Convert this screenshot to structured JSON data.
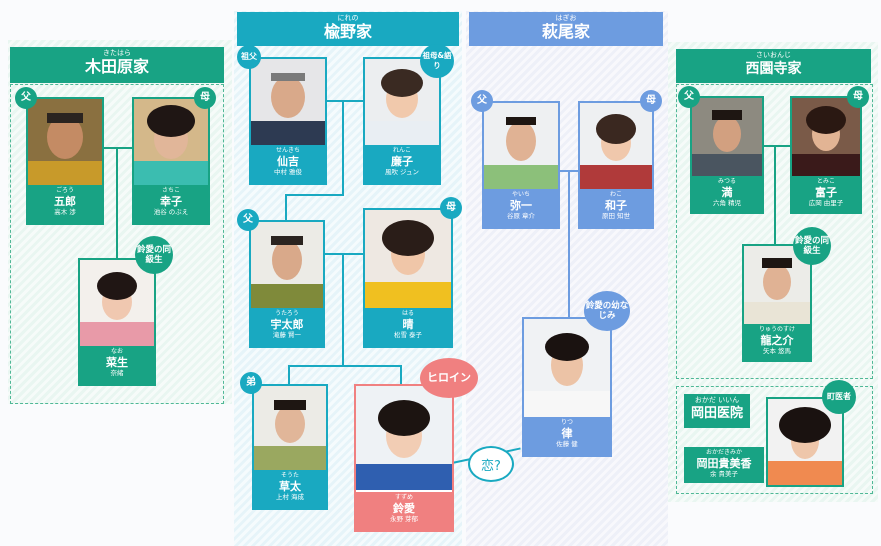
{
  "families": {
    "kitahara": {
      "ruby": "きたはら",
      "name": "木田原家"
    },
    "nireno": {
      "ruby": "にれの",
      "name": "楡野家"
    },
    "hagio": {
      "ruby": "はぎお",
      "name": "萩尾家"
    },
    "nishizonoji": {
      "ruby": "さいおんじ",
      "name": "西園寺家"
    },
    "okada": {
      "name": "岡田医院"
    }
  },
  "tags": {
    "father": "父",
    "mother": "母",
    "grandfather": "祖父",
    "grandmother_narrator": "祖母&語り",
    "brother": "弟",
    "heroine": "ヒロイン",
    "classmate": "鈴愛の同級生",
    "childhood_friend": "鈴愛の幼なじみ",
    "town_doctor": "町医者",
    "love": "恋?"
  },
  "people": {
    "goro": {
      "ruby": "ごろう",
      "name": "五郎",
      "actor": "高木 渉"
    },
    "sachiko": {
      "ruby": "さちこ",
      "name": "幸子",
      "actor": "池谷 のぶえ"
    },
    "naoi": {
      "ruby": "なお",
      "name": "菜生",
      "actor": "奈緒"
    },
    "senkichi": {
      "ruby": "せんきち",
      "name": "仙吉",
      "actor": "中村 雅俊"
    },
    "renko": {
      "ruby": "れんこ",
      "name": "廉子",
      "actor": "風吹 ジュン"
    },
    "utaro": {
      "ruby": "うたろう",
      "name": "宇太郎",
      "actor": "滝藤 賢一"
    },
    "haru": {
      "ruby": "はる",
      "name": "晴",
      "actor": "松雪 泰子"
    },
    "sota": {
      "ruby": "そうた",
      "name": "草太",
      "actor": "上村 海成"
    },
    "suzume": {
      "ruby": "すずめ",
      "name": "鈴愛",
      "actor": "永野 芽郁"
    },
    "yaichi": {
      "ruby": "やいち",
      "name": "弥一",
      "actor": "谷原 章介"
    },
    "wako": {
      "ruby": "わこ",
      "name": "和子",
      "actor": "原田 知世"
    },
    "ritsu": {
      "ruby": "りつ",
      "name": "律",
      "actor": "佐藤 健"
    },
    "mitsuru": {
      "ruby": "みつる",
      "name": "満",
      "actor": "六角 精児"
    },
    "tomiko": {
      "ruby": "とみこ",
      "name": "富子",
      "actor": "広岡 由里子"
    },
    "ryunosuke": {
      "ruby": "りゅうのすけ",
      "name": "龍之介",
      "actor": "矢本 悠馬"
    },
    "kimika": {
      "ruby": "おかだきみか",
      "name": "岡田貴美香",
      "actor": "余 貴美子"
    }
  },
  "okada_ruby": "おかだ いいん",
  "colors": {
    "green": "#18a384",
    "blue": "#19a9c1",
    "purple": "#6d9ce0",
    "red": "#f08080"
  }
}
